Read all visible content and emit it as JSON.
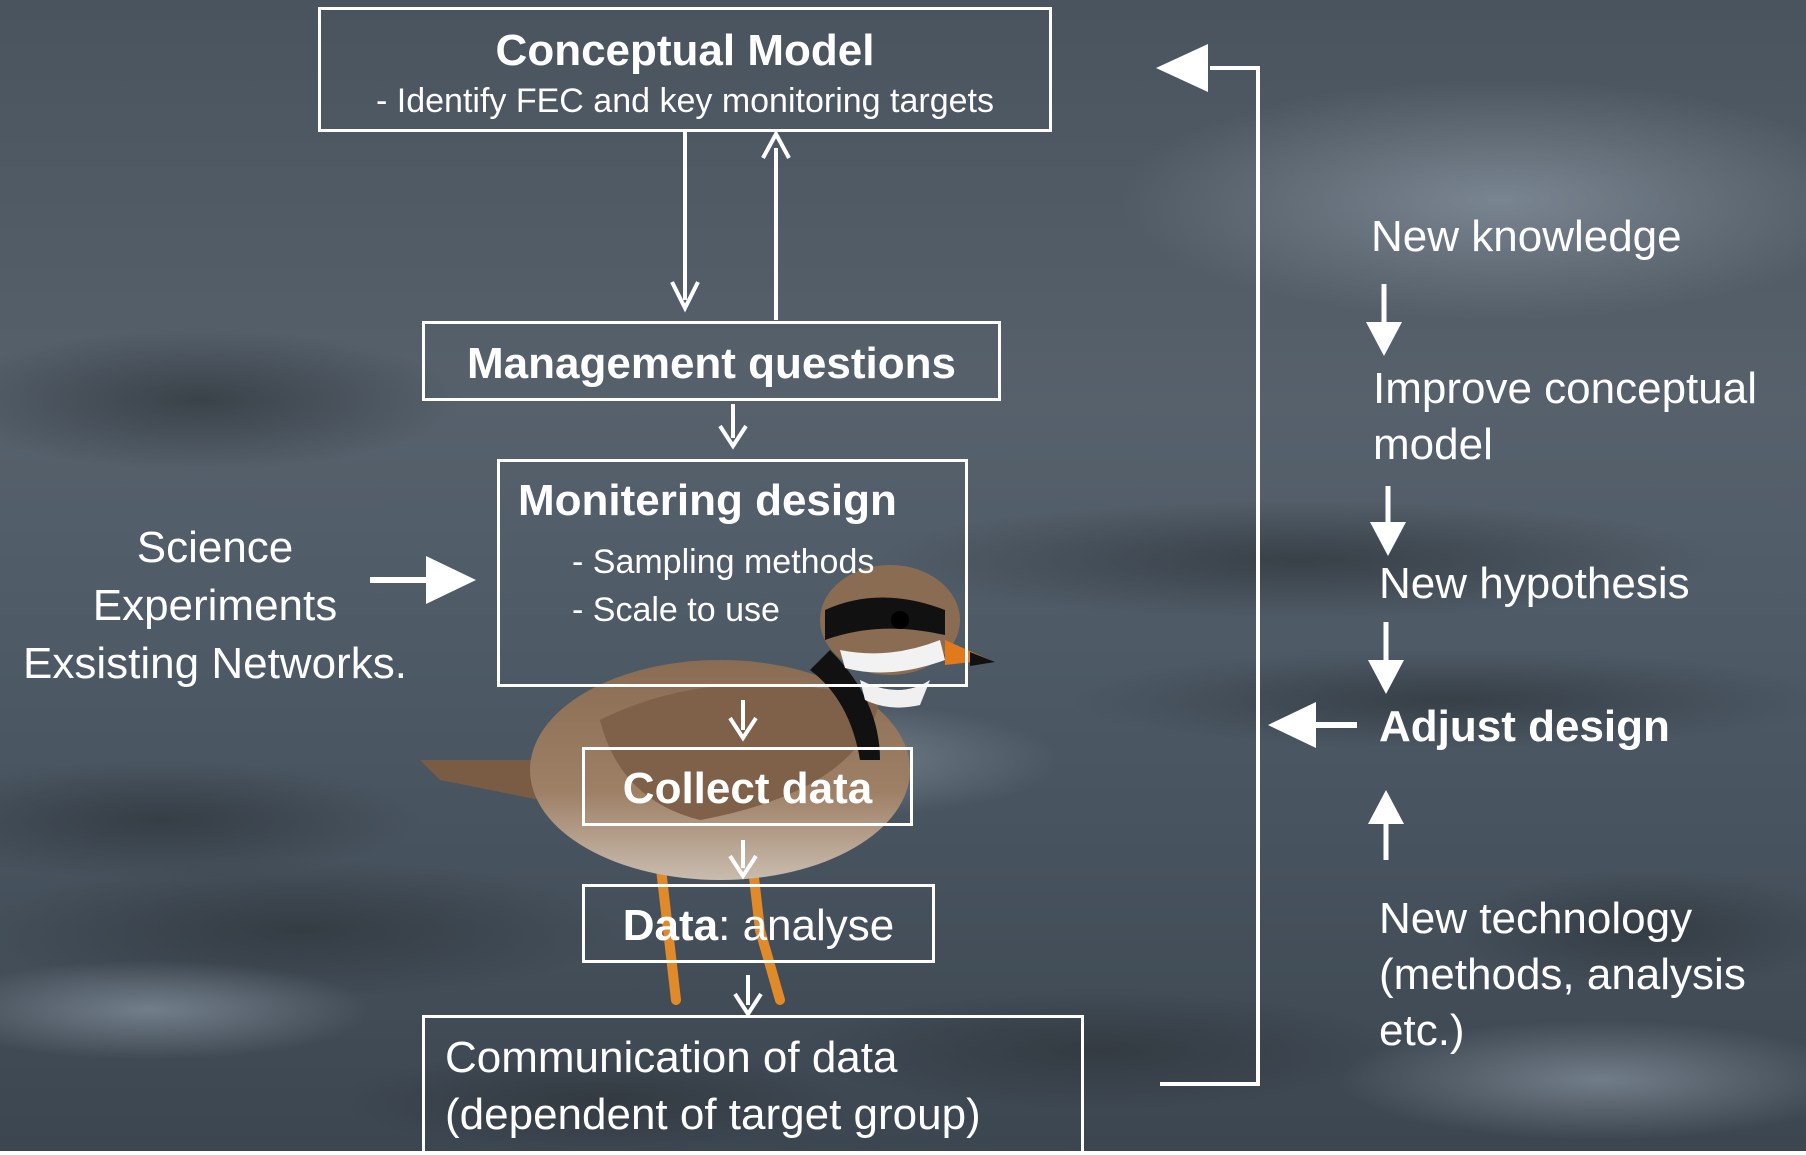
{
  "colors": {
    "water_dark": "#3a4450",
    "water_mid": "#56626e",
    "water_light": "#7d8a96",
    "foreground": "#ffffff"
  },
  "boxes": {
    "conceptual_model": {
      "title": "Conceptual Model",
      "subtitle": "- Identify FEC and key monitoring targets"
    },
    "management_questions": {
      "title": "Management questions"
    },
    "monitoring_design": {
      "title": "Monitering design",
      "item1": "- Sampling methods",
      "item2": "-  Scale to use"
    },
    "collect_data": {
      "title": "Collect data"
    },
    "data_analyse": {
      "title_bold": "Data",
      "title_rest": ": analyse"
    },
    "communication": {
      "line1": "Communication of data",
      "line2": "(dependent of target group)"
    }
  },
  "left_inputs": {
    "line1": "Science",
    "line2": "Experiments",
    "line3": "Exsisting Networks."
  },
  "right_chain": {
    "new_knowledge": "New knowledge",
    "improve_line1": "Improve conceptual",
    "improve_line2": "model",
    "new_hypothesis": "New hypothesis",
    "adjust_design": "Adjust design",
    "tech_line1": "New technology",
    "tech_line2": "(methods, analysis",
    "tech_line3": "etc.)"
  }
}
